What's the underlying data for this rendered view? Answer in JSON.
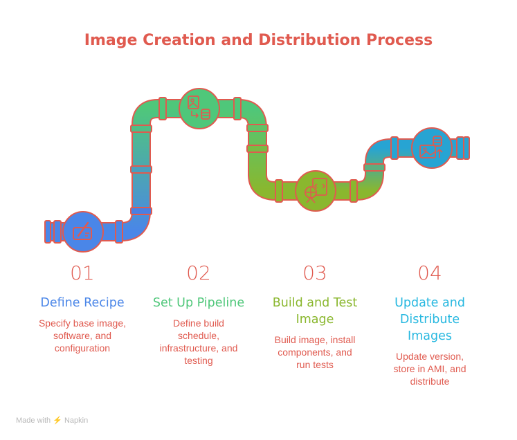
{
  "title": "Image Creation and Distribution Process",
  "colors": {
    "title": "#e05a4f",
    "outline": "#e05a4f",
    "blue": "#4a86e8",
    "green": "#4fc77a",
    "olive": "#8ab72e",
    "cyan": "#27a4d3"
  },
  "steps": [
    {
      "number": "01",
      "heading_lines": [
        "Define Recipe"
      ],
      "desc_lines": [
        "Specify base image,",
        "software, and",
        "configuration"
      ],
      "color": "#4a86e8",
      "icon": "recipe-icon"
    },
    {
      "number": "02",
      "heading_lines": [
        "Set Up Pipeline"
      ],
      "desc_lines": [
        "Define build",
        "schedule,",
        "infrastructure, and",
        "testing"
      ],
      "color": "#4fc77a",
      "icon": "pipeline-icon"
    },
    {
      "number": "03",
      "heading_lines": [
        "Build and Test",
        "Image"
      ],
      "desc_lines": [
        "Build image, install",
        "components, and",
        "run tests"
      ],
      "color": "#8ab72e",
      "icon": "build-test-icon"
    },
    {
      "number": "04",
      "heading_lines": [
        "Update and",
        "Distribute",
        "Images"
      ],
      "desc_lines": [
        "Update version,",
        "store in AMI, and",
        "distribute"
      ],
      "color": "#27a4d3",
      "icon": "distribute-icon"
    }
  ],
  "footer": {
    "made_with": "Made with",
    "brand": "Napkin"
  }
}
